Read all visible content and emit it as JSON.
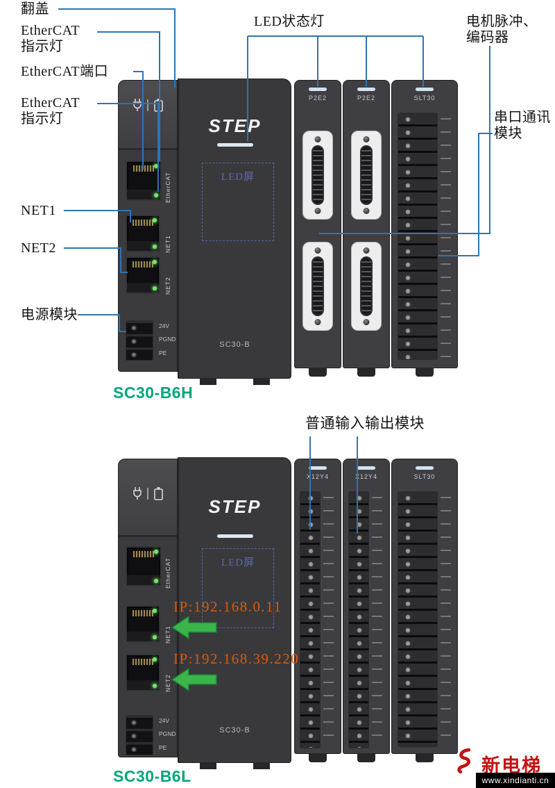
{
  "colors": {
    "callout": "#2e74b5",
    "caption": "#00a67c",
    "ip": "#e05a00",
    "arrow": "#3bb44a",
    "brand": "#c51212"
  },
  "top": {
    "caption": "SC30-B6H",
    "labels": {
      "flip_cover": "翻盖",
      "eth_ind_top": [
        "EtherCAT",
        "指示灯"
      ],
      "eth_port": "EtherCAT端口",
      "eth_ind_bottom": [
        "EtherCAT",
        "指示灯"
      ],
      "net1": "NET1",
      "net2": "NET2",
      "power": "电源模块",
      "led_status": "LED状态灯",
      "motor": [
        "电机脉冲、",
        "编码器"
      ],
      "serial": [
        "串口通讯",
        "模块"
      ]
    },
    "device": {
      "brand": "STEP",
      "led_screen": "LED屏",
      "model": "SC30-B",
      "ports": {
        "ethercat": "EtherCAT",
        "net1": "NET1",
        "net2": "NET2"
      },
      "power_pins": [
        "24V",
        "PGND",
        "PE"
      ],
      "modules": [
        "P2E2",
        "P2E2",
        "SLT30"
      ]
    }
  },
  "bottom": {
    "caption": "SC30-B6L",
    "labels": {
      "io_modules": "普通输入输出模块"
    },
    "ips": [
      "IP:192.168.0.11",
      "IP:192.168.39.220"
    ],
    "device": {
      "brand": "STEP",
      "led_screen": "LED屏",
      "model": "SC30-B",
      "ports": {
        "ethercat": "EtherCAT",
        "net1": "NET1",
        "net2": "NET2"
      },
      "power_pins": [
        "24V",
        "PGND",
        "PE"
      ],
      "modules": [
        "X12Y4",
        "X12Y4",
        "SLT30"
      ]
    }
  },
  "watermark": {
    "brand": "新电梯",
    "url": "www.xindianti.cn"
  }
}
